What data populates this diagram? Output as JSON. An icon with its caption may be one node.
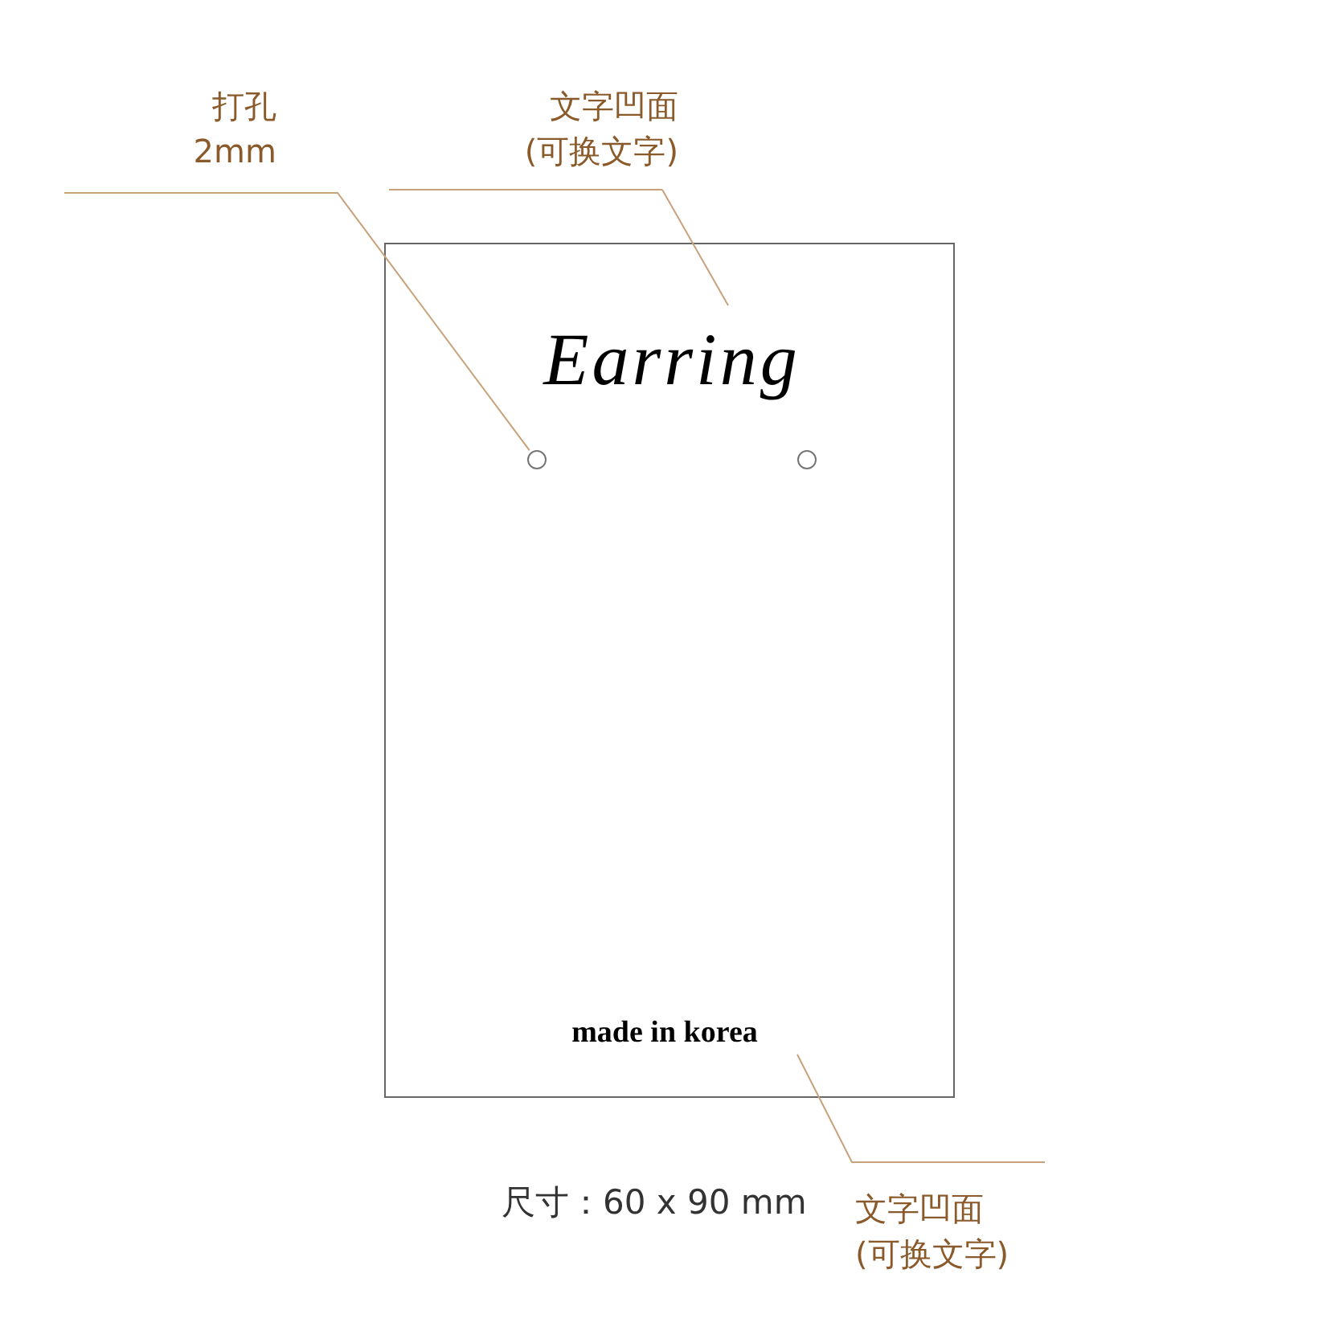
{
  "diagram": {
    "nodes": [
      {
        "text": [],
        "shape": "box"
      },
      {
        "text": [
          "Earring"
        ],
        "in": 0
      },
      {
        "text": [],
        "shape": "circle",
        "in": 0
      },
      {
        "text": [],
        "shape": "circle",
        "in": 0
      },
      {
        "text": [
          "made in korea"
        ],
        "in": 0
      },
      {
        "text": [
          "打孔 2mm"
        ]
      },
      {
        "text": [
          "文字凹面 (可换文字)"
        ]
      },
      {
        "text": [
          "文字凹面 (可换文字)"
        ]
      }
    ],
    "edges": [
      {
        "from": 5,
        "to": 2,
        "arrow": "none"
      },
      {
        "from": 6,
        "to": 1,
        "arrow": "none"
      },
      {
        "from": 7,
        "to": 4,
        "arrow": "none"
      }
    ],
    "labels": [
      "尺寸：60 x 90 mm"
    ]
  }
}
